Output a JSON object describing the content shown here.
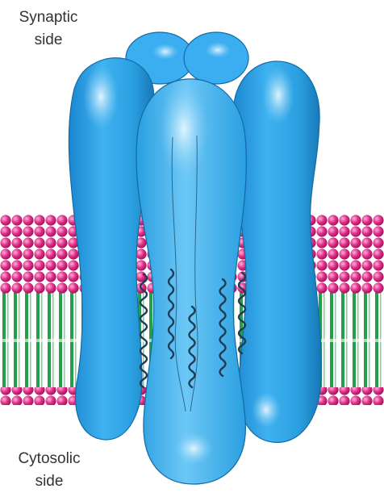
{
  "labels": {
    "top": "Synaptic\nside",
    "bottom": "Cytosolic\nside"
  },
  "colors": {
    "background": "#ffffff",
    "protein": "#2a9fe0",
    "protein_dark": "#1677b5",
    "protein_light": "#8fd3f7",
    "lipid_head": "#e4318c",
    "lipid_tail": "#23a04a",
    "helix": "#1f3b55",
    "text": "#333333"
  },
  "icons": {
    "top_membrane": "phospholipid-heads",
    "bottom_membrane": "phospholipid-heads",
    "channel": "ion-channel-protein",
    "helices": "transmembrane-alpha-helix"
  }
}
